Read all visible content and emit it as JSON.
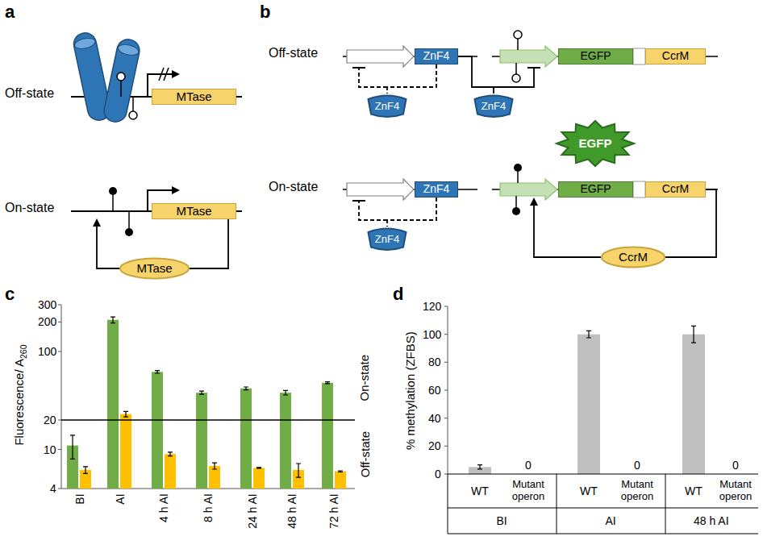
{
  "diagram": {
    "nodes": [
      {
        "text": [
          "MTase"
        ]
      },
      {
        "text": [
          "MTase"
        ]
      },
      {
        "text": [
          "MTase"
        ]
      },
      {
        "text": [
          "ZnF4"
        ]
      },
      {
        "text": [
          "ZnF4"
        ]
      },
      {
        "text": [
          "ZnF4"
        ]
      },
      {
        "text": [
          "EGFP"
        ]
      },
      {
        "text": [
          "CcrM"
        ]
      },
      {
        "text": [
          "EGFP"
        ]
      },
      {
        "text": [
          "ZnF4"
        ]
      },
      {
        "text": [
          "ZnF4"
        ]
      },
      {
        "text": [
          "EGFP"
        ]
      },
      {
        "text": [
          "CcrM"
        ]
      },
      {
        "text": [
          "CcrM"
        ]
      }
    ],
    "edges": [
      {
        "from": 1,
        "to": 2,
        "arrow": "none"
      },
      {
        "from": 3,
        "to": 4,
        "arrow": "none"
      },
      {
        "from": 3,
        "to": 5,
        "arrow": "none"
      },
      {
        "from": 9,
        "to": 10,
        "arrow": "none"
      },
      {
        "from": 12,
        "to": 13,
        "arrow": "none"
      }
    ],
    "labels": [
      "a",
      "Off-state",
      "On-state",
      "b",
      "Off-state",
      "On-state",
      "c",
      "300",
      "200",
      "100",
      "20",
      "10",
      "4",
      "Fluorescence/ A",
      "260",
      "BI",
      "AI",
      "4 h AI",
      "8 h AI",
      "24 h AI",
      "48 h AI",
      "72 h AI",
      "On-state",
      "Off-state",
      "d",
      "120",
      "100",
      "80",
      "60",
      "40",
      "20",
      "0",
      "% methylation (ZFBS)",
      "0",
      "0",
      "0",
      "WT",
      "Mutant operon",
      "WT",
      "Mutant operon",
      "WT",
      "Mutant operon",
      "BI",
      "AI",
      "48 h AI"
    ]
  }
}
